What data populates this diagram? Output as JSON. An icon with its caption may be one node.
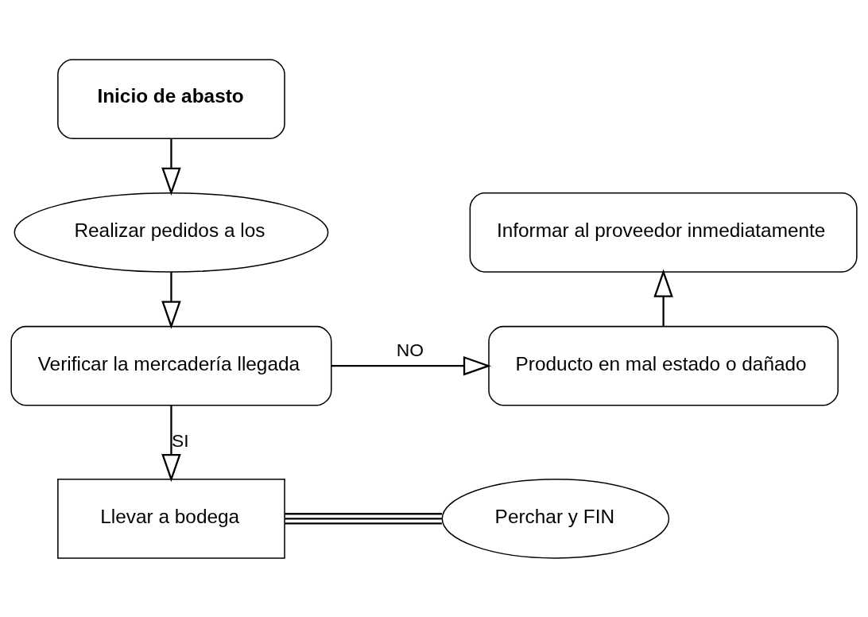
{
  "diagram": {
    "nodes": [
      {
        "text": [
          "Inicio de abasto"
        ]
      },
      {
        "text": [
          "Realizar pedidos a los"
        ]
      },
      {
        "text": [
          "Verificar la mercadería llegada"
        ]
      },
      {
        "text": [
          "Informar al proveedor inmediatamente"
        ]
      },
      {
        "text": [
          "Producto en mal estado o dañado"
        ]
      },
      {
        "text": [
          "Llevar a bodega"
        ]
      },
      {
        "text": [
          "Perchar y FIN"
        ]
      }
    ],
    "edges": [
      {
        "from": 0,
        "to": 1,
        "arrow": "to"
      },
      {
        "from": 1,
        "to": 2,
        "arrow": "to"
      },
      {
        "from": 2,
        "to": 4,
        "arrow": "to",
        "label": "NO"
      },
      {
        "from": 4,
        "to": 3,
        "arrow": "to"
      },
      {
        "from": 2,
        "to": 5,
        "arrow": "to",
        "label": "SI"
      },
      {
        "from": 5,
        "to": 6,
        "arrow": "none"
      }
    ]
  }
}
